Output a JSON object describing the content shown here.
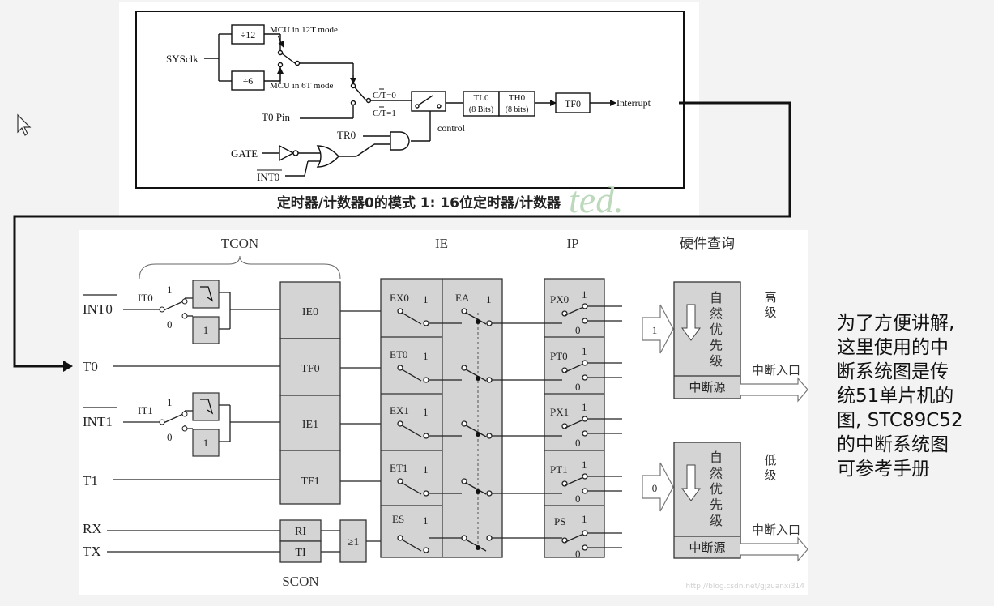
{
  "top_diagram": {
    "caption": "定时器/计数器0的模式 1: 16位定时器/计数器",
    "sysclk": "SYSclk",
    "div12": "÷12",
    "div6": "÷6",
    "mode12": "MCU in 12T mode",
    "mode6": "MCU in 6T mode",
    "t0pin": "T0 Pin",
    "ct0": "C/T=0",
    "ct1": "C/T=1",
    "tl0": "TL0",
    "th0": "TH0",
    "bits8": "(8 Bits)",
    "bits8b": "(8 bits)",
    "tf0": "TF0",
    "interrupt": "Interrupt",
    "control": "control",
    "tr0": "TR0",
    "gate": "GATE",
    "int0": "INT0",
    "watermark": "ted."
  },
  "bottom_diagram": {
    "headers": {
      "tcon": "TCON",
      "ie": "IE",
      "ip": "IP",
      "hw": "硬件查询",
      "scon": "SCON"
    },
    "inputs": {
      "int0": "INT0",
      "t0": "T0",
      "int1": "INT1",
      "t1": "T1",
      "rx": "RX",
      "tx": "TX"
    },
    "it0": "IT0",
    "it1": "IT1",
    "one": "1",
    "zero": "0",
    "flags": {
      "ie0": "IE0",
      "tf0": "TF0",
      "ie1": "IE1",
      "tf1": "TF1",
      "ri": "RI",
      "ti": "TI",
      "or": "≥1"
    },
    "ie_bits": {
      "ex0": "EX0",
      "et0": "ET0",
      "ex1": "EX1",
      "et1": "ET1",
      "es": "ES",
      "ea": "EA"
    },
    "ip_bits": {
      "px0": "PX0",
      "pt0": "PT0",
      "px1": "PX1",
      "pt1": "PT1",
      "ps": "PS"
    },
    "high": "高\n级",
    "low": "低\n级",
    "priority_text": "自\n然\n优\n先\n级",
    "source": "中断源",
    "entry": "中断入口",
    "arrow_high": "1",
    "arrow_low": "0",
    "watermark_url": "http://blog.csdn.net/gjzuanxi314"
  },
  "side_note": "为了方便讲解,\n这里使用的中\n断系统图是传\n统51单片机的\n图, STC89C52\n的中断系统图\n可参考手册"
}
